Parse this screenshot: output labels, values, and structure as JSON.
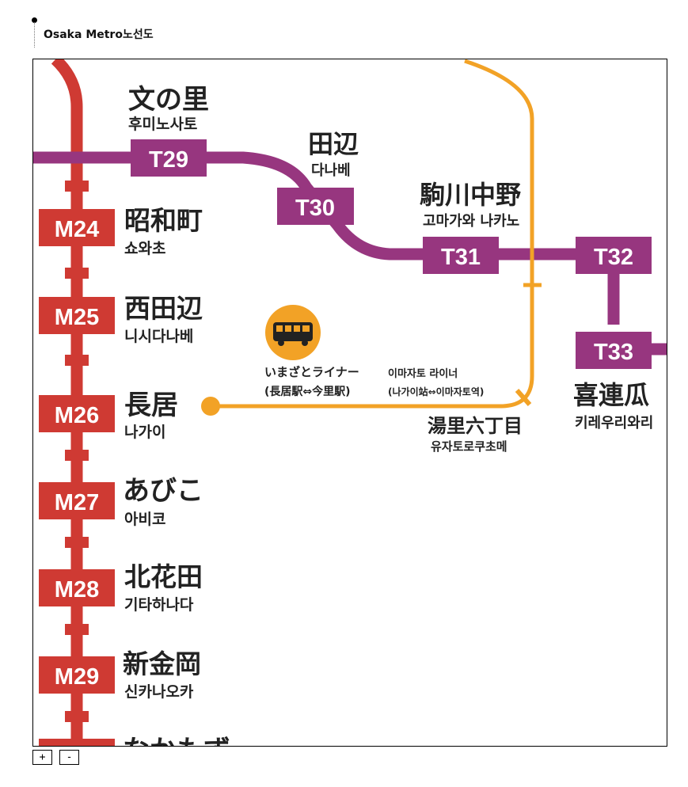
{
  "page": {
    "title": "Osaka Metro노선도"
  },
  "controls": {
    "zoom_in": "+",
    "zoom_out": "-"
  },
  "colors": {
    "midosuji": "#cf3a33",
    "tanimachi": "#97367f",
    "bus_line": "#f2a226",
    "text": "#222222"
  },
  "stations": {
    "t29": {
      "code": "T29",
      "ja": "文の里",
      "ko": "후미노사토"
    },
    "t30": {
      "code": "T30",
      "ja": "田辺",
      "ko": "다나베"
    },
    "t31": {
      "code": "T31",
      "ja": "駒川中野",
      "ko": "고마가와 나카노"
    },
    "t32": {
      "code": "T32"
    },
    "t33": {
      "code": "T33",
      "ja": "喜連瓜",
      "ko": "키레우리와리"
    },
    "m24": {
      "code": "M24",
      "ja": "昭和町",
      "ko": "쇼와초"
    },
    "m25": {
      "code": "M25",
      "ja": "西田辺",
      "ko": "니시다나베"
    },
    "m26": {
      "code": "M26",
      "ja": "長居",
      "ko": "나가이"
    },
    "m27": {
      "code": "M27",
      "ja": "あびこ",
      "ko": "아비코"
    },
    "m28": {
      "code": "M28",
      "ja": "北花田",
      "ko": "기타하나다"
    },
    "m29": {
      "code": "M29",
      "ja": "新金岡",
      "ko": "신카나오카"
    },
    "m30": {
      "ja": "なかもず"
    },
    "yuzato": {
      "ja": "湯里六丁目",
      "ko": "유자토로쿠초메"
    }
  },
  "bus": {
    "icon": "bus-icon",
    "ja_name": "いまざとライナー",
    "ja_route": "(長居駅⇔今里駅)",
    "ko_name": "이마자토 라이너",
    "ko_route": "(나가이站⇔이마자토역)"
  }
}
